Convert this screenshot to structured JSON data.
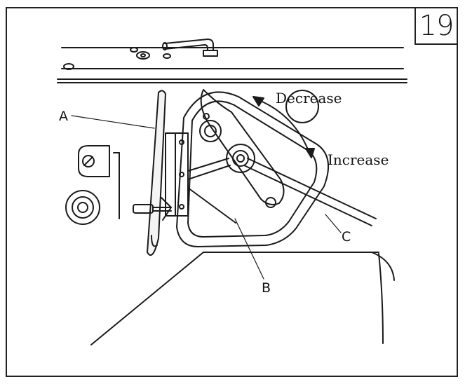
{
  "step_number": "19",
  "labels": {
    "a": "A",
    "b": "B",
    "c": "C"
  },
  "directions": {
    "decrease": "Decrease",
    "increase": "Increase"
  }
}
